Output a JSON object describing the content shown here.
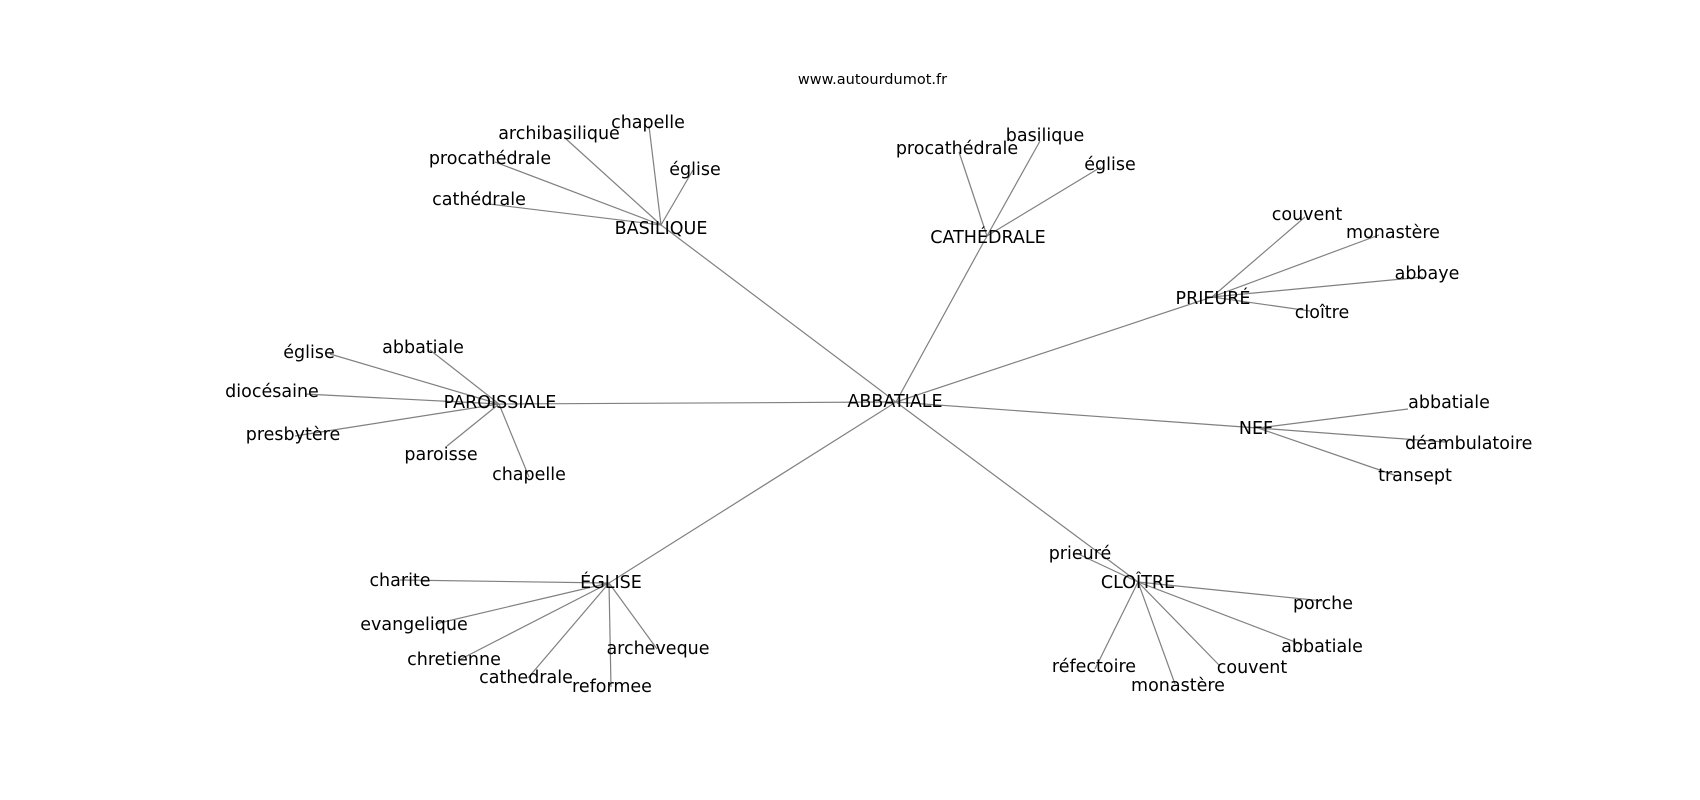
{
  "site": "www.autourdumot.fr",
  "colors": {
    "edge": "#808080",
    "text": "#000000",
    "background": "#ffffff"
  },
  "graph": {
    "center": "ABBATIALE",
    "hubs": [
      {
        "label": "BASILIQUE",
        "leaves": [
          "archibasilique",
          "chapelle",
          "procathédrale",
          "église",
          "cathédrale"
        ]
      },
      {
        "label": "CATHÉDRALE",
        "leaves": [
          "procathédrale",
          "basilique",
          "église"
        ]
      },
      {
        "label": "PRIEURÉ",
        "leaves": [
          "couvent",
          "monastère",
          "abbaye",
          "cloître"
        ]
      },
      {
        "label": "NEF",
        "leaves": [
          "abbatiale",
          "déambulatoire",
          "transept"
        ]
      },
      {
        "label": "CLOÎTRE",
        "leaves": [
          "prieuré",
          "porche",
          "abbatiale",
          "réfectoire",
          "couvent",
          "monastère"
        ]
      },
      {
        "label": "ÉGLISE",
        "leaves": [
          "charite",
          "evangelique",
          "chretienne",
          "cathedrale",
          "reformee",
          "archeveque"
        ]
      },
      {
        "label": "PAROISSIALE",
        "leaves": [
          "église",
          "abbatiale",
          "diocésaine",
          "presbytère",
          "paroisse",
          "chapelle"
        ]
      }
    ]
  }
}
